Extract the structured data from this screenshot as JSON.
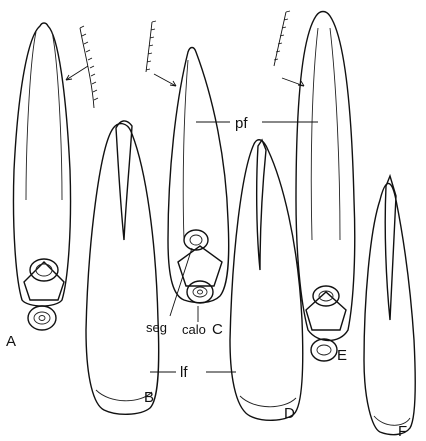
{
  "panels": {
    "A": "A",
    "B": "B",
    "C": "C",
    "D": "D",
    "E": "E",
    "F": "F"
  },
  "annotations": {
    "pf": "pf",
    "lf": "lf",
    "seg": "seg",
    "calo": "calo"
  }
}
